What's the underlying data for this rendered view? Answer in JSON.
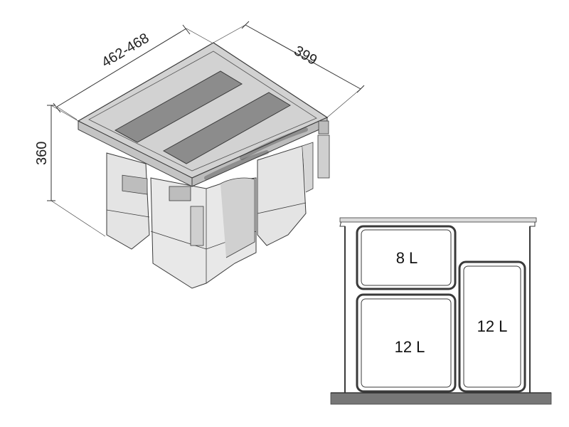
{
  "iso_view": {
    "dimensions": {
      "width": "462-468",
      "depth": "399",
      "height": "360"
    }
  },
  "top_view": {
    "bins": [
      {
        "id": "bin-top-left",
        "label": "8 L"
      },
      {
        "id": "bin-bottom-left",
        "label": "12 L"
      },
      {
        "id": "bin-right",
        "label": "12 L"
      }
    ]
  },
  "colors": {
    "line": "#3a3a3a",
    "bin_fill": "#e6e6e6",
    "bin_shade": "#cfcfcf",
    "lid": "#d2d2d2",
    "lid_dark": "#8c8c8c",
    "hardware": "#bdbdbd",
    "frame": "#dcdcdc",
    "floor": "#777777"
  }
}
